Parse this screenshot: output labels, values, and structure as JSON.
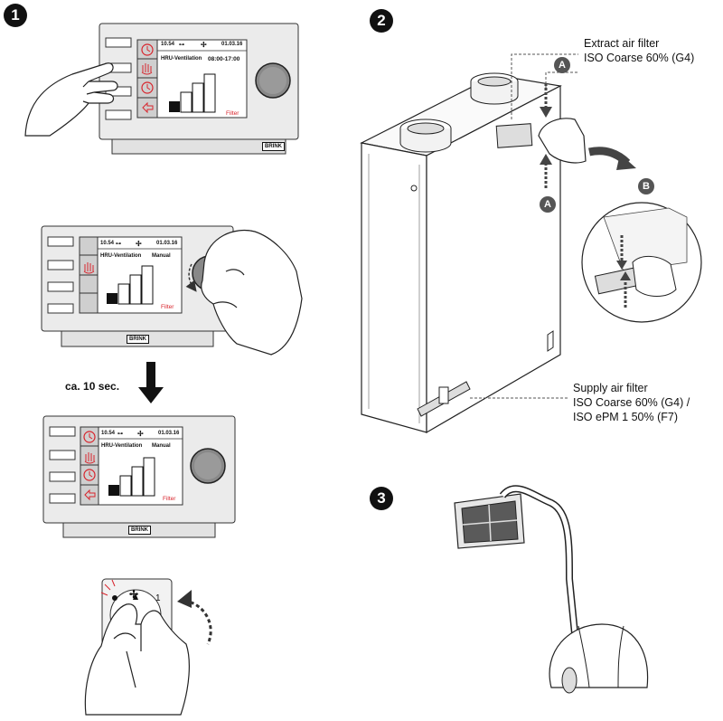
{
  "steps": [
    {
      "number": "1"
    },
    {
      "number": "2"
    },
    {
      "number": "3"
    }
  ],
  "panel": {
    "time": "10.54",
    "date": "01.03.16",
    "title": "HRU-Ventilation",
    "schedule": "08:00-17:00",
    "mode_manual": "Manual",
    "filter_label": "Filter",
    "brand": "BRINK"
  },
  "wait_label": "ca. 10 sec.",
  "switch_positions": {
    "pos1": "1"
  },
  "extract_filter": {
    "line1": "Extract air filter",
    "line2": "ISO Coarse 60% (G4)"
  },
  "supply_filter": {
    "line1": "Supply air filter",
    "line2": "ISO Coarse 60% (G4) /",
    "line3": "ISO ePM 1 50% (F7)"
  },
  "markers": {
    "a": "A",
    "b": "B"
  },
  "colors": {
    "accent_red": "#d8242c",
    "screen_grey": "#c8c8c8",
    "panel_grey": "#e6e6e6"
  }
}
